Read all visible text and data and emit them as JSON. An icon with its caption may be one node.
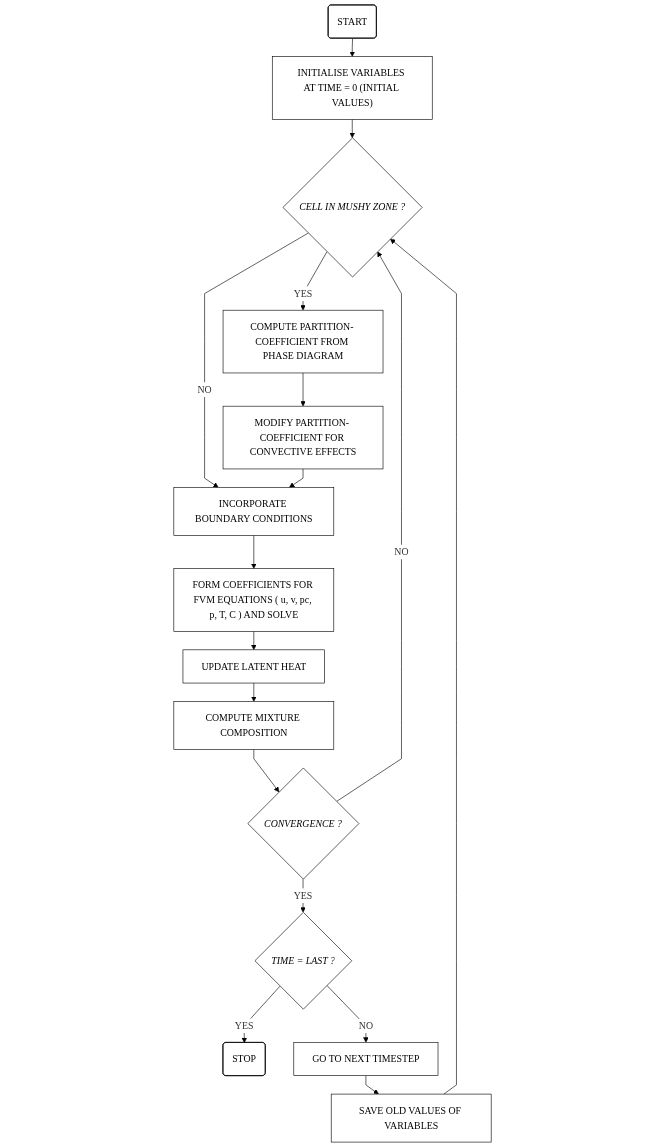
{
  "diagram": {
    "nodes": [
      {
        "text": [
          "START"
        ]
      },
      {
        "text": [
          "INITIALISE VARIABLES AT TIME = 0 (INITIAL VALUES)"
        ]
      },
      {
        "text": [
          "CELL IN MUSHY ZONE ?"
        ]
      },
      {
        "text": [
          "COMPUTE PARTITION- COEFFICIENT FROM PHASE DIAGRAM"
        ]
      },
      {
        "text": [
          "MODIFY PARTITION- COEFFICIENT FOR CONVECTIVE EFFECTS"
        ]
      },
      {
        "text": [
          "INCORPORATE BOUNDARY CONDITIONS"
        ]
      },
      {
        "text": [
          "FORM COEFFICIENTS FOR FVM EQUATIONS ( u, v, pc, p, T, C ) AND SOLVE"
        ]
      },
      {
        "text": [
          "UPDATE LATENT HEAT"
        ]
      },
      {
        "text": [
          "COMPUTE MIXTURE COMPOSITION"
        ]
      },
      {
        "text": [
          "CONVERGENCE ?"
        ]
      },
      {
        "text": [
          "TIME = LAST ?"
        ]
      },
      {
        "text": [
          "STOP"
        ]
      },
      {
        "text": [
          "GO TO NEXT TIMESTEP"
        ]
      },
      {
        "text": [
          "SAVE OLD VALUES OF VARIABLES"
        ]
      }
    ],
    "edges": [
      {
        "from": 0,
        "to": 1,
        "arrow": "to"
      },
      {
        "from": 1,
        "to": 2,
        "arrow": "to"
      },
      {
        "from": 2,
        "to": 3,
        "arrow": "to",
        "label": "YES"
      },
      {
        "from": 2,
        "to": 5,
        "arrow": "to",
        "label": "NO"
      },
      {
        "from": 3,
        "to": 4,
        "arrow": "to"
      },
      {
        "from": 4,
        "to": 5,
        "arrow": "to"
      },
      {
        "from": 5,
        "to": 6,
        "arrow": "to"
      },
      {
        "from": 6,
        "to": 7,
        "arrow": "to"
      },
      {
        "from": 7,
        "to": 8,
        "arrow": "to"
      },
      {
        "from": 8,
        "to": 9,
        "arrow": "to"
      },
      {
        "from": 9,
        "to": 10,
        "arrow": "to",
        "label": "YES"
      },
      {
        "from": 9,
        "to": 2,
        "arrow": "to",
        "label": "NO"
      },
      {
        "from": 10,
        "to": 11,
        "arrow": "to",
        "label": "YES"
      },
      {
        "from": 10,
        "to": 12,
        "arrow": "to",
        "label": "NO"
      },
      {
        "from": 12,
        "to": 13,
        "arrow": "to"
      },
      {
        "from": 13,
        "to": 2,
        "arrow": "to"
      }
    ]
  }
}
